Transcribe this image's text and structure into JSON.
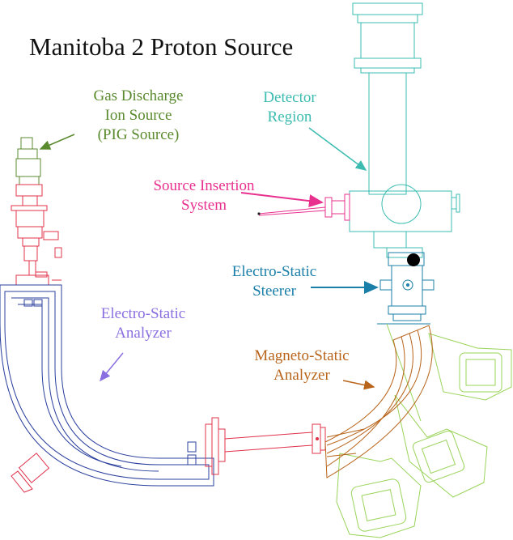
{
  "title": "Manitoba 2 Proton Source",
  "colors": {
    "gas": "#5a8a2e",
    "detector": "#3cbcb0",
    "insertion": "#e8308f",
    "steerer": "#1a7fa8",
    "esa_label": "#8a6fe0",
    "esa_body": "#2a3f9e",
    "msa": "#b8641a",
    "msa_chambers": "#9ad45a",
    "beamline": "#e0304a"
  },
  "labels": {
    "gas_discharge": {
      "lines": [
        "Gas Discharge",
        "Ion Source",
        "(PIG Source)"
      ]
    },
    "detector": {
      "lines": [
        "Detector",
        "Region"
      ]
    },
    "source_insertion": {
      "lines": [
        "Source Insertion",
        "System"
      ]
    },
    "steerer": {
      "lines": [
        "Electro-Static",
        "Steerer"
      ]
    },
    "esa": {
      "lines": [
        "Electro-Static",
        "Analyzer"
      ]
    },
    "msa": {
      "lines": [
        "Magneto-Static",
        "Analyzer"
      ]
    }
  }
}
